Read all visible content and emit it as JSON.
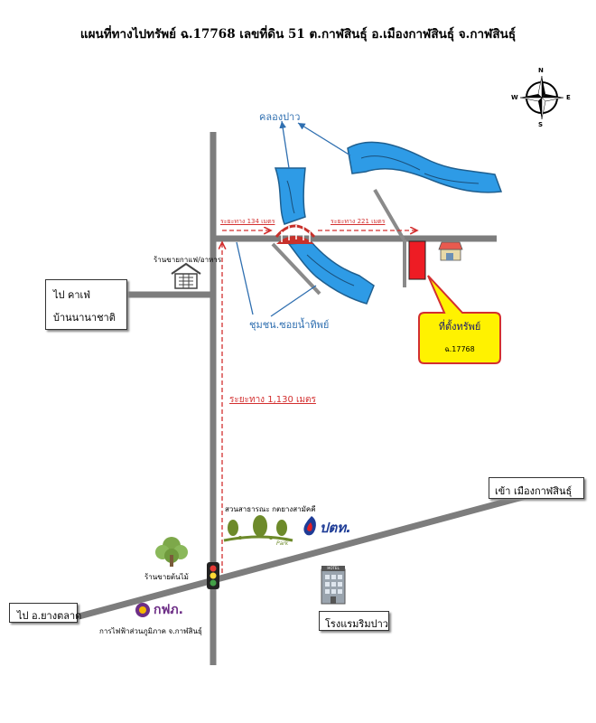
{
  "title": "แผนที่ทางไปทรัพย์ ฉ.17768 เลขที่ดิน 51 ต.กาฬสินธุ์ อ.เมืองกาฬสินธุ์ จ.กาฬสินธุ์",
  "compass": {
    "n": "N",
    "s": "S",
    "e": "E",
    "w": "W"
  },
  "labels": {
    "canal": "คลองปาว",
    "community": "ชุมชน.ซอยน้ำทิพย์",
    "distance_left": "ระยะทาง 134 เมตร",
    "distance_right": "ระยะทาง 221 เมตร",
    "distance_vertical": "ระยะทาง 1,130 เมตร",
    "coffee_shop": "ร้านขายกาแฟ/อาหาร",
    "to_cafe": "ไป คาเฟ่",
    "cafe_name": "บ้านนานาชาติ",
    "property": "ที่ตั้งทรัพย์",
    "property_code": "ฉ.17768",
    "to_city": "เข้า เมืองกาฬสินธุ์",
    "park": "สวนสาธารณะ กตยางสามัคคี",
    "park_logo": "Park",
    "ptt": "ปตท.",
    "tree_shop": "ร้านขายต้นไม้",
    "hotel_sign": "HOTEL",
    "hotel": "โรงแรมริมปาว",
    "to_yangtalat": "ไป อ.ยางตลาด",
    "pea_logo": "กฟภ.",
    "pea": "การไฟฟ้าส่วนภูมิภาค จ.กาฬสินธุ์"
  },
  "colors": {
    "river": "#2e9be6",
    "road": "#7d7d7d",
    "distance": "#d32f2f",
    "callout": "#fff200",
    "property_marker": "#ee1c24",
    "label_blue": "#2f6fb0"
  }
}
